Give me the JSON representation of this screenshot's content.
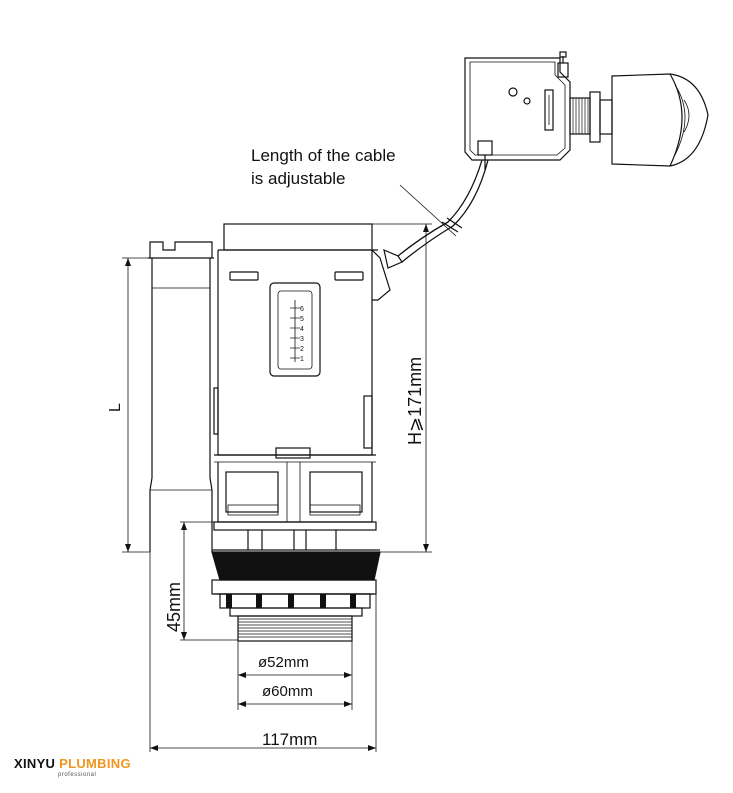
{
  "note": {
    "line1": "Length of the cable",
    "line2": "is adjustable"
  },
  "dimensions": {
    "height": "H⩾171mm",
    "length": "L",
    "thread_height": "45mm",
    "inner_diameter": "ø52mm",
    "outer_diameter": "ø60mm",
    "total_width": "117mm"
  },
  "scale_marks": [
    "6",
    "5",
    "4",
    "3",
    "2",
    "1"
  ],
  "brand": {
    "name_part1": "XINYU ",
    "name_part2": "PLUMBING",
    "tagline": "professional",
    "accent_color": "#f0961e"
  }
}
